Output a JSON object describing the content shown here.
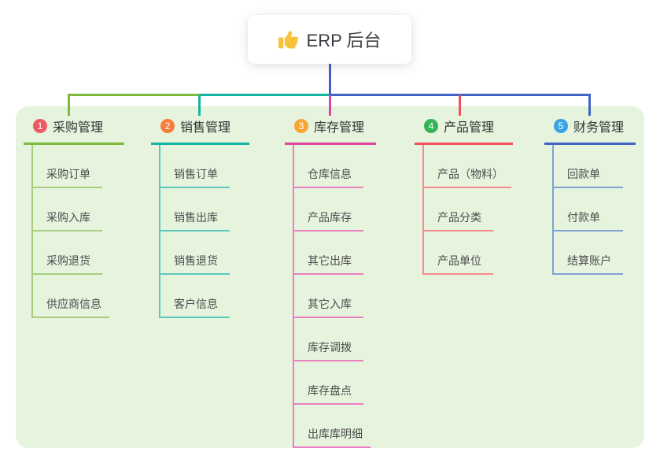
{
  "root": {
    "label": "ERP 后台",
    "icon": "thumbs-up-icon"
  },
  "panel_bg": "#e6f4de",
  "connector": {
    "stem_color": "#4c5ec6"
  },
  "branches": [
    {
      "badge": "1",
      "title": "采购管理",
      "colors": {
        "line": "#7cb93d",
        "child_line": "#a6cd7e",
        "badge": "#ef5964"
      },
      "children": [
        "采购订单",
        "采购入库",
        "采购退货",
        "供应商信息"
      ]
    },
    {
      "badge": "2",
      "title": "销售管理",
      "colors": {
        "line": "#16b3a2",
        "child_line": "#5cc8bc",
        "badge": "#f57d3d"
      },
      "children": [
        "销售订单",
        "销售出库",
        "销售退货",
        "客户信息"
      ]
    },
    {
      "badge": "3",
      "title": "库存管理",
      "colors": {
        "line": "#e0459d",
        "child_line": "#ec7fc0",
        "badge": "#f6a733"
      },
      "children": [
        "仓库信息",
        "产品库存",
        "其它出库",
        "其它入库",
        "库存调拨",
        "库存盘点",
        "出库库明细"
      ]
    },
    {
      "badge": "4",
      "title": "产品管理",
      "colors": {
        "line": "#f2505a",
        "child_line": "#f78a91",
        "badge": "#35b457"
      },
      "children": [
        "产品（物料）",
        "产品分类",
        "产品单位"
      ]
    },
    {
      "badge": "5",
      "title": "财务管理",
      "colors": {
        "line": "#4063c5",
        "child_line": "#84a0d8",
        "badge": "#38a3e4"
      },
      "children": [
        "回款单",
        "付款单",
        "结算账户"
      ]
    }
  ]
}
